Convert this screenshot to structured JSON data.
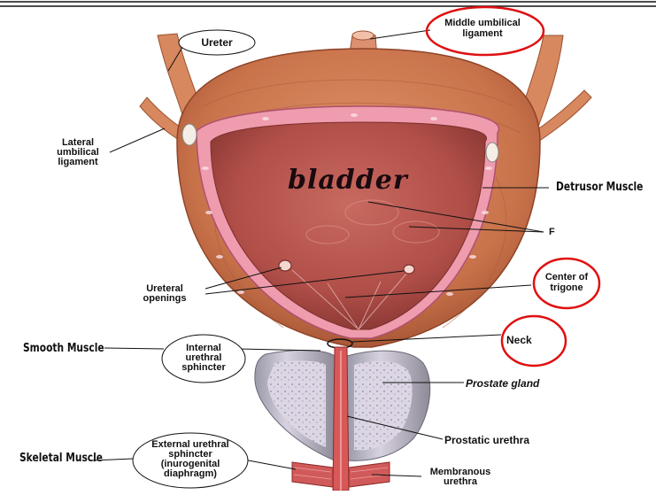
{
  "title": "bladder",
  "labels": {
    "middle_umbilical_ligament": "Middle umbilical\nligament",
    "ureter": "Ureter",
    "lateral_umbilical_ligament": "Lateral\numbilical\nligament",
    "detrusor_muscle": "Detrusor Muscle",
    "f": "F",
    "center_of_trigone": "Center of\ntrigone",
    "ureteral_openings": "Ureteral\nopenings",
    "neck": "Neck",
    "smooth_muscle": "Smooth Muscle",
    "internal_urethral_sphincter": "Internal\nurethral\nsphincter",
    "prostate_gland": "Prostate gland",
    "prostatic_urethra": "Prostatic urethra",
    "skeletal_muscle": "Skeletal Muscle",
    "external_urethral_sphincter": "External urethral\nsphincter\n(inurogenital\ndiaphragm)",
    "membranous_urethra": "Membranous\nurethra"
  },
  "colors": {
    "highlight_circle": "#e01010",
    "muscle": "#c9754d",
    "interior": "#b0504a",
    "mucosa": "#f0a8b8",
    "prostate": "#c8c0d0"
  }
}
